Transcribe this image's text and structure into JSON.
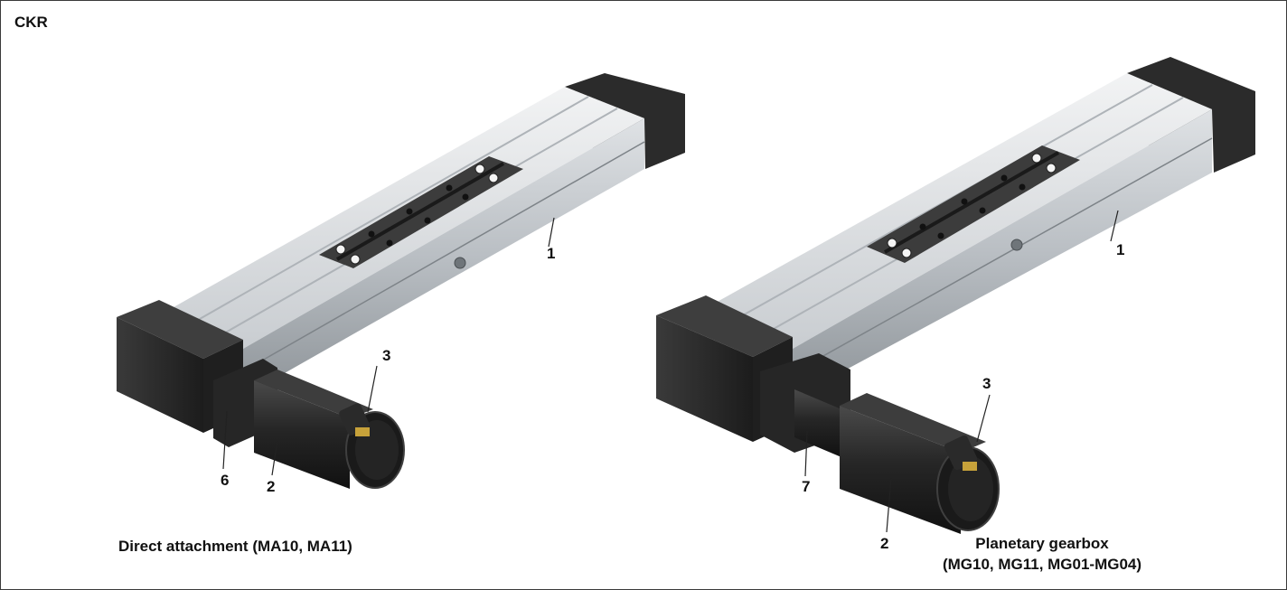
{
  "title": "CKR",
  "left_figure": {
    "caption": "Direct attachment (MA10, MA11)",
    "callouts": {
      "c1": "1",
      "c2": "2",
      "c3": "3",
      "c6": "6"
    }
  },
  "right_figure": {
    "caption_line1": "Planetary gearbox",
    "caption_line2": "(MG10, MG11, MG01-MG04)",
    "callouts": {
      "c1": "1",
      "c2": "2",
      "c3": "3",
      "c7": "7"
    }
  },
  "colors": {
    "frame": "#3a3a3a",
    "aluminum": "#d9dde0",
    "end_cap": "#2e2e2e",
    "carriage": "#3c3c3c",
    "motor": "#232323"
  }
}
